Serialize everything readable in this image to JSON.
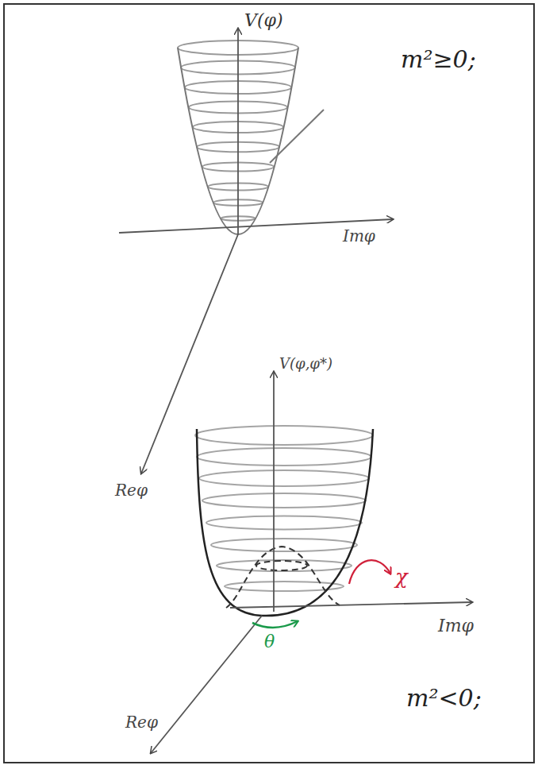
{
  "diagram": {
    "labels": [
      "V(φ)",
      "m²≥0;",
      "Imφ",
      "Reφ",
      "V(φ,φ*)",
      "χ",
      "θ",
      "Imφ",
      "m²<0;",
      "Reφ"
    ]
  }
}
